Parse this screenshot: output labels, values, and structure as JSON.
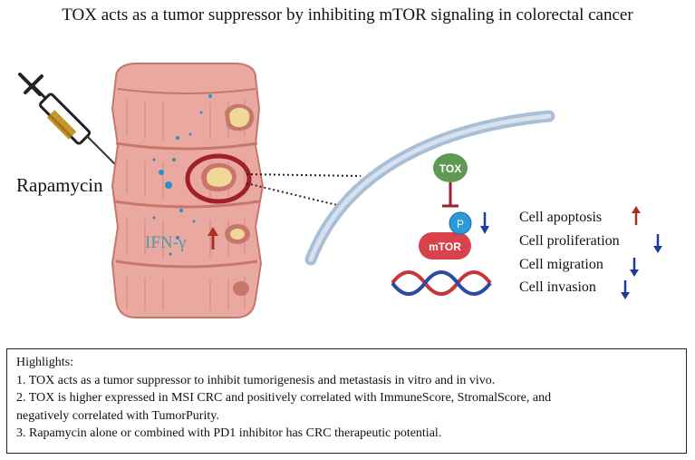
{
  "title": "TOX acts as a tumor suppressor by inhibiting mTOR signaling in colorectal cancer",
  "diagram": {
    "drug_label": "Rapamycin",
    "cytokine_label": "IFN-γ",
    "tox_label": "TOX",
    "phospho_label": "P",
    "mtor_label": "mTOR",
    "effects": [
      {
        "label": "Cell apoptosis",
        "direction": "up",
        "arrow_color": "#a8321e"
      },
      {
        "label": "Cell proliferation",
        "direction": "down",
        "arrow_color": "#1c3b9c"
      },
      {
        "label": "Cell migration",
        "direction": "down",
        "arrow_color": "#1c3b9c"
      },
      {
        "label": "Cell invasion",
        "direction": "down",
        "arrow_color": "#1c3b9c"
      }
    ],
    "colors": {
      "colon_tissue": "#e9a9a0",
      "colon_fold": "#c8766c",
      "tumor_ring": "#a01f2a",
      "tumor_fill": "#f0d898",
      "tox": "#5e9a53",
      "mtor": "#d8434b",
      "phospho": "#2b9ad8",
      "inhibition": "#a01f2a",
      "up_arrow": "#a8321e",
      "down_arrow": "#1c3b9c",
      "dna_red": "#c8343a",
      "dna_blue": "#2a4aa4",
      "cell_membrane": "#a9bfd6"
    }
  },
  "highlights": {
    "heading": "Highlights:",
    "items": [
      "1. TOX acts as a tumor suppressor to inhibit tumorigenesis and metastasis in vitro and in vivo.",
      "2. TOX is higher expressed in MSI CRC and positively correlated with ImmuneScore, StromalScore, and",
      "negatively correlated with TumorPurity.",
      "3. Rapamycin alone or combined with PD1 inhibitor has CRC therapeutic potential."
    ]
  }
}
